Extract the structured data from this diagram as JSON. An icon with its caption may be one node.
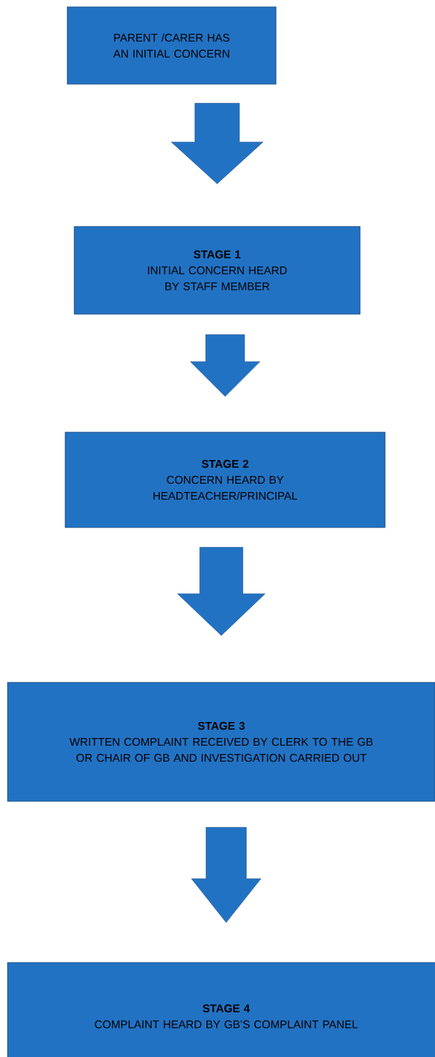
{
  "diagram": {
    "nodes": [
      {
        "text": [
          "PARENT /CARER HAS AN INITIAL CONCERN"
        ]
      },
      {
        "text": [
          "STAGE 1",
          "INITIAL CONCERN HEARD BY STAFF MEMBER"
        ]
      },
      {
        "text": [
          "STAGE 2",
          "CONCERN HEARD BY HEADTEACHER/PRINCIPAL"
        ]
      },
      {
        "text": [
          "STAGE 3",
          "WRITTEN COMPLAINT RECEIVED BY CLERK TO THE GB OR CHAIR OF GB AND INVESTIGATION CARRIED OUT"
        ]
      },
      {
        "text": [
          "STAGE 4",
          "COMPLAINT HEARD BY GB’S COMPLAINT PANEL"
        ]
      }
    ],
    "edges": [
      {
        "from": 0,
        "to": 1,
        "arrow": "to"
      },
      {
        "from": 1,
        "to": 2,
        "arrow": "to"
      },
      {
        "from": 2,
        "to": 3,
        "arrow": "to"
      },
      {
        "from": 3,
        "to": 4,
        "arrow": "to"
      }
    ]
  }
}
